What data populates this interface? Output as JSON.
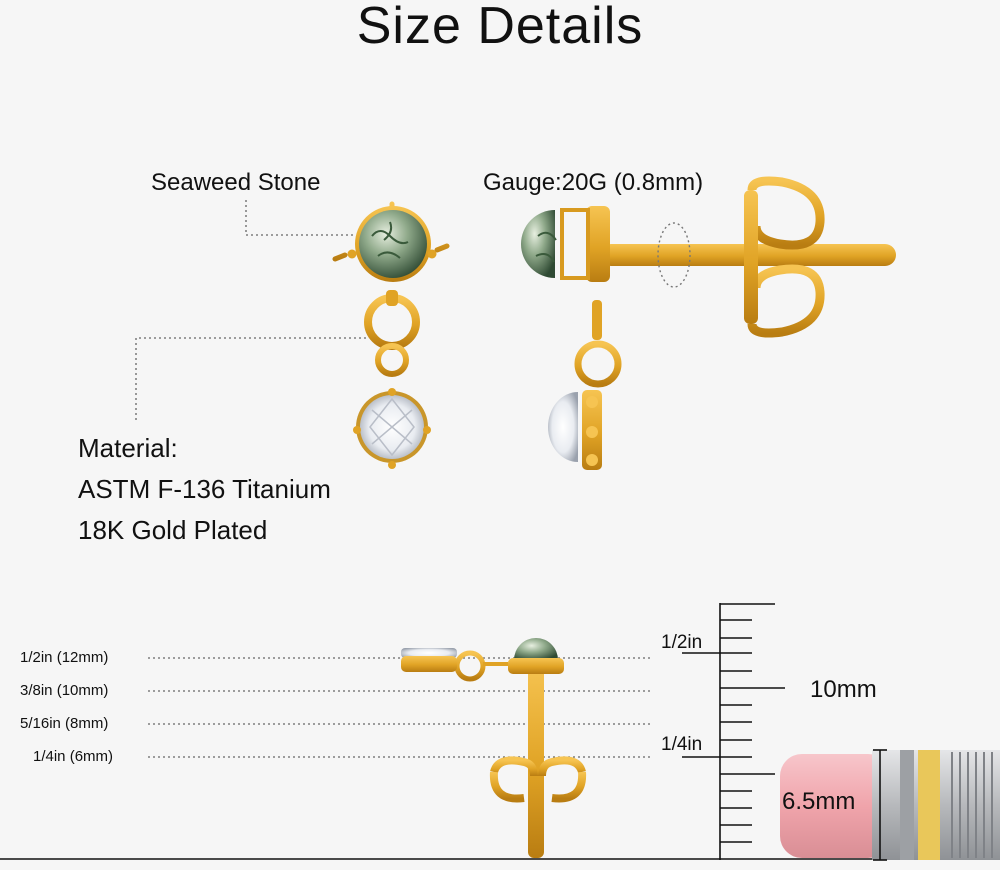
{
  "title": "Size Details",
  "labels": {
    "stone": "Seaweed Stone",
    "gauge": "Gauge:20G (0.8mm)",
    "material": [
      "Material:",
      "ASTM F-136 Titanium",
      "18K Gold Plated"
    ]
  },
  "measurements": [
    "1/2in (12mm)",
    "3/8in (10mm)",
    "5/16in (8mm)",
    "1/4in (6mm)"
  ],
  "ruler": {
    "half_inch": "1/2in",
    "quarter_inch": "1/4in",
    "span": "10mm"
  },
  "eraser": {
    "diameter": "6.5mm"
  },
  "colors": {
    "gold": "#e0a325",
    "gold_dark": "#b97d12",
    "moss_stone": "#4f6e4a",
    "crystal": "#f2f4f7",
    "eraser_pink": "#f2a8ae",
    "ferrule_silver": "#c9cacc",
    "ferrule_yellow": "#e9c75a"
  }
}
